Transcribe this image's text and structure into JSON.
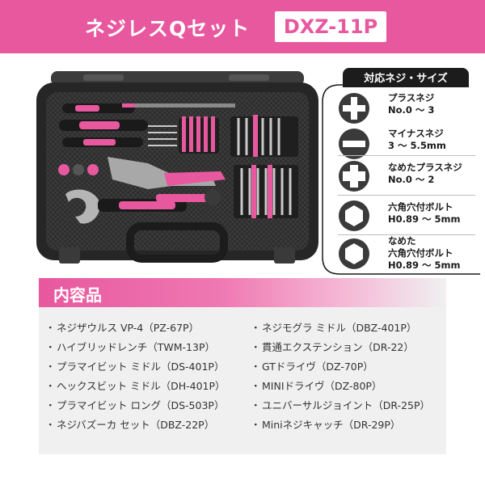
{
  "header": {
    "title": "ネジレスQセット",
    "model": "DXZ-11P",
    "brand_color": "#e8589e"
  },
  "spec": {
    "heading": "対応ネジ・サイズ",
    "items": [
      {
        "icon": "phillips-icon",
        "lines": [
          "プラスネジ",
          "No.0 ～ 3"
        ]
      },
      {
        "icon": "slotted-icon",
        "lines": [
          "マイナスネジ",
          "3 ～ 5.5mm"
        ]
      },
      {
        "icon": "stripped-phillips-icon",
        "lines": [
          "なめたプラスネジ",
          "No.0 ～ 2"
        ]
      },
      {
        "icon": "hex-socket-icon",
        "lines": [
          "六角穴付ボルト",
          "H0.89 ～ 5mm"
        ]
      },
      {
        "icon": "stripped-hex-icon",
        "lines": [
          "なめた",
          "六角穴付ボルト",
          "H0.89 ～ 5mm"
        ]
      }
    ]
  },
  "contents": {
    "heading": "内容品",
    "left": [
      "ネジザウルス VP-4（PZ-67P）",
      "ハイブリッドレンチ（TWM-13P）",
      "プラマイビット ミドル（DS-401P）",
      "ヘックスビット ミドル（DH-401P）",
      "プラマイビット ロング（DS-503P）",
      "ネジバズーカ セット（DBZ-22P）"
    ],
    "right": [
      "ネジモグラ ミドル（DBZ-401P）",
      "貫通エクステンション（DR-22）",
      "GTドライヴ（DZ-70P）",
      "MINIドライヴ（DZ-80P）",
      "ユニバーサルジョイント（DR-25P）",
      "Miniネジキャッチ（DR-29P）"
    ]
  },
  "product_image": {
    "subject": "tool-case",
    "case_color": "#2b2b2b",
    "accent_color": "#e8589e"
  }
}
